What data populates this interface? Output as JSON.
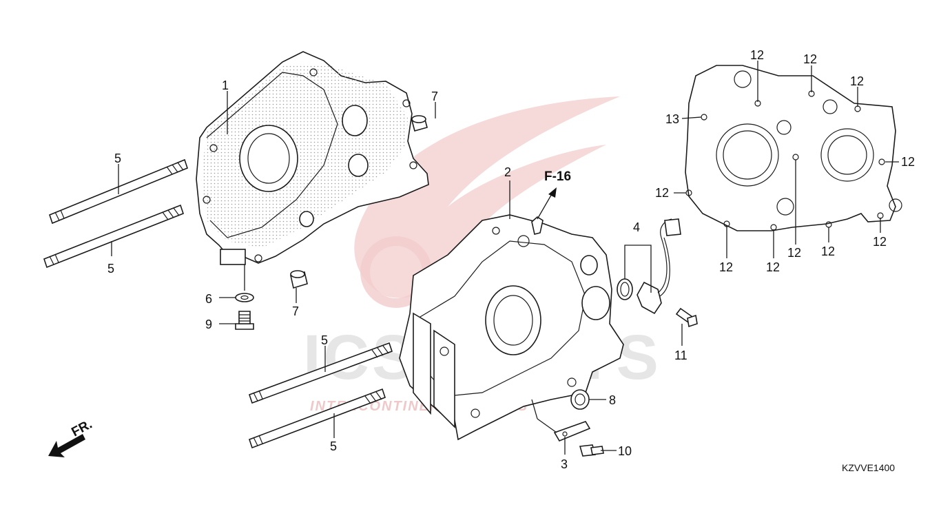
{
  "diagram": {
    "part_code": "KZVVE1400",
    "reference": "F-16",
    "front_marker": "FR.",
    "watermark": {
      "brand": "ICS PARTS",
      "tagline": "INTERCONTINENTAL PARTS"
    },
    "callouts": {
      "c1": "1",
      "c2": "2",
      "c3": "3",
      "c4": "4",
      "c5a": "5",
      "c5b": "5",
      "c5c": "5",
      "c5d": "5",
      "c6": "6",
      "c7a": "7",
      "c7b": "7",
      "c8": "8",
      "c9": "9",
      "c10": "10",
      "c11": "11",
      "c12a": "12",
      "c12b": "12",
      "c12c": "12",
      "c12d": "12",
      "c12e": "12",
      "c12f": "12",
      "c12g": "12",
      "c12h": "12",
      "c12i": "12",
      "c12j": "12",
      "c13": "13"
    }
  }
}
